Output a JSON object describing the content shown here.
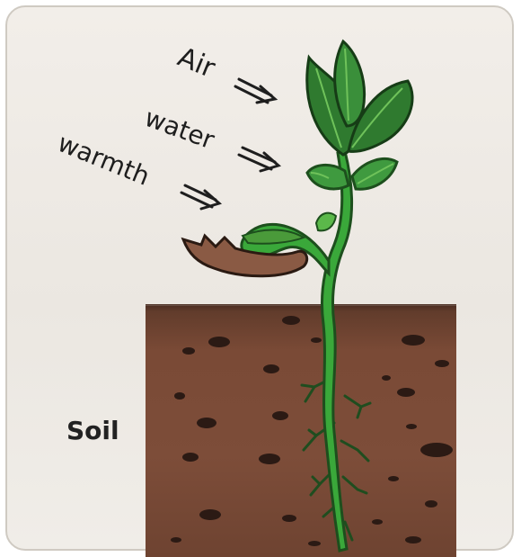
{
  "labels": {
    "air": "Air",
    "water": "water",
    "warmth": "warmth",
    "soil": "Soil"
  },
  "colors": {
    "soil": "#7a4a36",
    "stem": "#2f9e2f",
    "leaf": "#3a8a3a",
    "seed_coat": "#8a5a44",
    "background": "#efebe6"
  }
}
